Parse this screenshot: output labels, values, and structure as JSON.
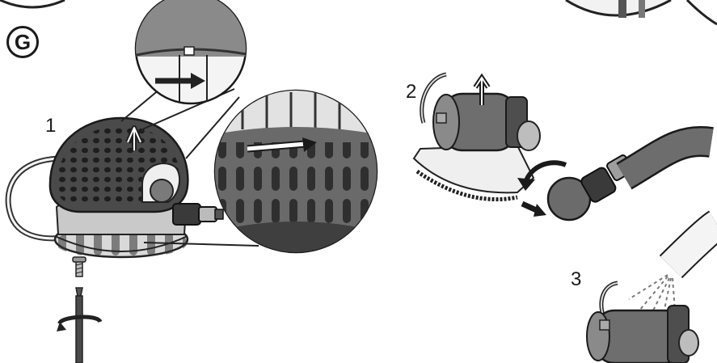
{
  "section": {
    "letter": "G"
  },
  "steps": [
    {
      "number": "1"
    },
    {
      "number": "2"
    },
    {
      "number": "3"
    }
  ],
  "icons": [
    "pump-housing-icon",
    "screwdriver-icon",
    "hose-icon",
    "water-spray-icon",
    "direction-arrow-icon"
  ]
}
